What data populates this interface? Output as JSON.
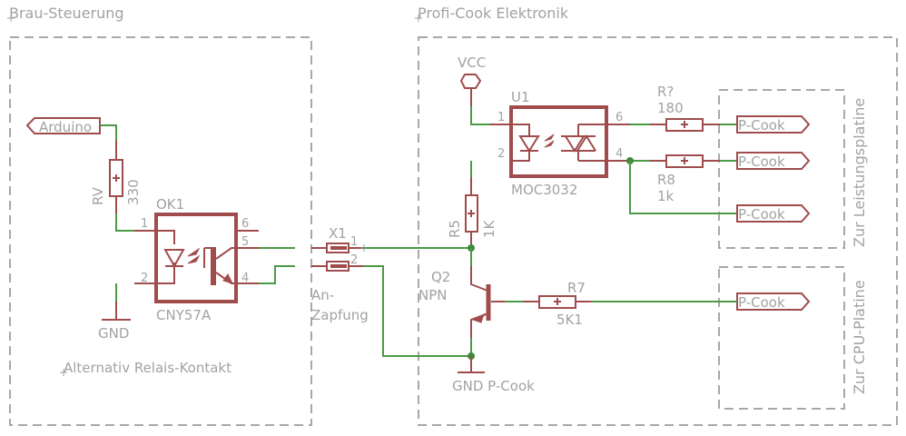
{
  "frames": {
    "left_title": "Brau-Steuerung",
    "right_title": "Profi-Cook Elektronik",
    "leistung_label": "Zur Leistungsplatine",
    "cpu_label": "Zur CPU-Platine"
  },
  "left": {
    "arduino_label": "Arduino",
    "rv_name": "RV",
    "rv_value": "330",
    "ok1_name": "OK1",
    "ok1_value": "CNY57A",
    "ok1_pins": [
      "1",
      "2",
      "6",
      "5",
      "4"
    ],
    "gnd_label": "GND",
    "note": "Alternativ Relais-Kontakt"
  },
  "connector": {
    "name": "X1",
    "pins": [
      "1",
      "2"
    ],
    "label_line1": "An-",
    "label_line2": "Zapfung"
  },
  "right": {
    "vcc_label": "VCC",
    "u1_name": "U1",
    "u1_value": "MOC3032",
    "u1_pins": [
      "1",
      "2",
      "6",
      "4"
    ],
    "r_top_name": "R?",
    "r_top_value": "180",
    "r8_name": "R8",
    "r8_value": "1k",
    "r5_name": "R5",
    "r5_value": "1K",
    "q2_name": "Q2",
    "q2_value": "NPN",
    "r7_name": "R7",
    "r7_value": "5K1",
    "gnd_label": "GND P-Cook",
    "outputs": [
      "P-Cook",
      "P-Cook",
      "P-Cook",
      "P-Cook"
    ]
  }
}
